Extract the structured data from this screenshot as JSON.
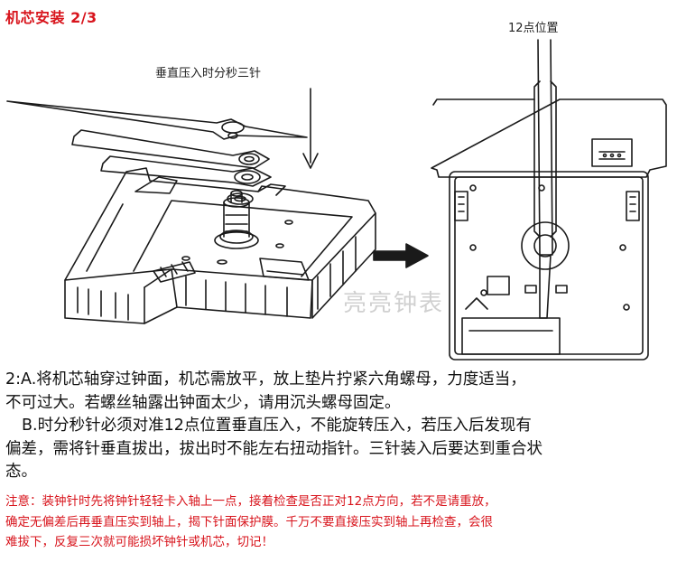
{
  "title": "机芯安装 2/3",
  "diagram": {
    "left_callout": "垂直压入时分秒三针",
    "right_callout": "12点位置",
    "watermark": "亮亮钟表"
  },
  "instructions": {
    "a_line1": "2:A.将机芯轴穿过钟面，机芯需放平，放上垫片拧紧六角螺母，力度适当，",
    "a_line2": "不可过大。若螺丝轴露出钟面太少，请用沉头螺母固定。",
    "b_line1": "B.时分秒针必须对准12点位置垂直压入，不能旋转压入，若压入后发现有",
    "b_line2": "偏差，需将针垂直拔出，拔出时不能左右扭动指针。三针装入后要达到重合状",
    "b_line3": "态。"
  },
  "notice": {
    "line1": "注意：装钟针时先将钟针轻轻卡入轴上一点，接着检查是否正对12点方向，若不是请重放，",
    "line2": "确定无偏差后再垂直压实到轴上，揭下针面保护膜。千万不要直接压实到轴上再检查，会很",
    "line3": "难拔下，反复三次就可能损坏钟针或机芯，切记！"
  },
  "colors": {
    "title_red": "#d8141c",
    "notice_red": "#d8141c",
    "line_art": "#1a1a1a"
  }
}
